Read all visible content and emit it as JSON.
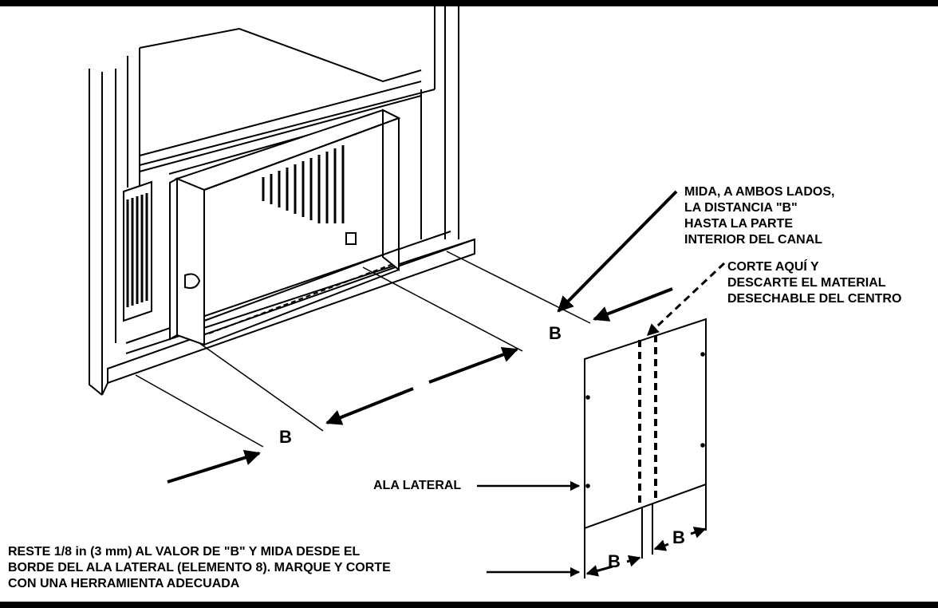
{
  "labels": {
    "measure": [
      "MIDA, A AMBOS LADOS,",
      "LA DISTANCIA \"B\"",
      "HASTA LA PARTE",
      "INTERIOR DEL CANAL"
    ],
    "cut": [
      "CORTE AQUÍ Y",
      "DESCARTE EL MATERIAL",
      "DESECHABLE DEL CENTRO"
    ],
    "side_flange": "ALA LATERAL",
    "instructions": [
      "RESTE 1/8 in (3 mm) AL VALOR DE \"B\" Y MIDA DESDE EL",
      "BORDE DEL ALA LATERAL (ELEMENTO 8). MARQUE Y CORTE",
      "CON UNA HERRAMIENTA ADECUADA"
    ],
    "b_window_right": "B",
    "b_window_left": "B",
    "b_panel_left": "B",
    "b_panel_right": "B"
  }
}
